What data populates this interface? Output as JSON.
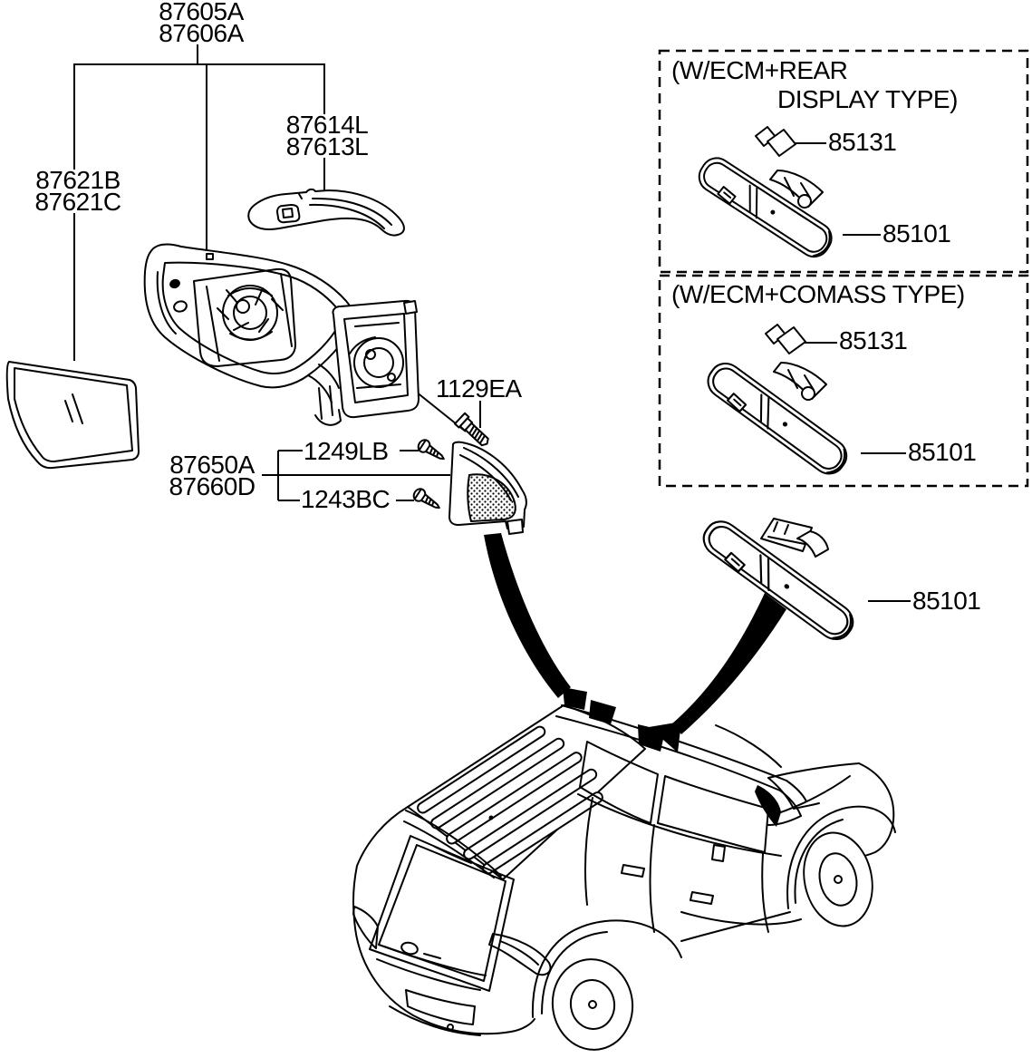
{
  "diagram": {
    "parts": {
      "mirror_assy": {
        "line1": "87605A",
        "line2": "87606A"
      },
      "mirror_glass": {
        "line1": "87621B",
        "line2": "87621C"
      },
      "repeater_lamp": {
        "line1": "87614L",
        "line2": "87613L"
      },
      "pivot_bolt": "1129EA",
      "mirror_cover": {
        "line1": "87650A",
        "line2": "87660D"
      },
      "screw_upper": "1249LB",
      "screw_lower": "1243BC",
      "inside_mirror": "85101"
    },
    "ecm_rear_display_box": {
      "title_line1": "(W/ECM+REAR",
      "title_line2": "DISPLAY TYPE)",
      "sensor": "85131",
      "mirror": "85101"
    },
    "ecm_compass_box": {
      "title": "(W/ECM+COMASS TYPE)",
      "sensor": "85131",
      "mirror": "85101"
    },
    "colors": {
      "ink": "#000000",
      "paper": "#ffffff"
    }
  }
}
